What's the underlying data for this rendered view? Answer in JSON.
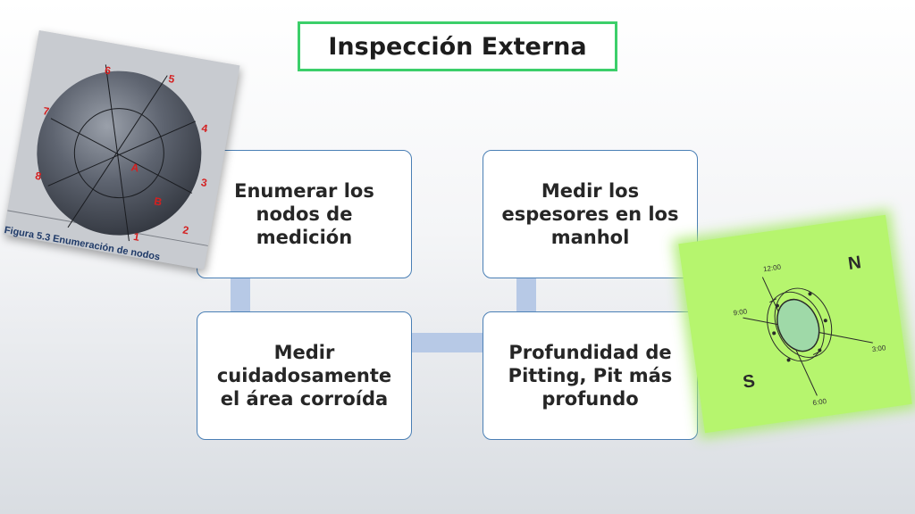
{
  "title": "Inspección Externa",
  "nodes": [
    {
      "label": "Enumerar los nodos de medición"
    },
    {
      "label": "Medir cuidadosamente el área corroída"
    },
    {
      "label": "Profundidad de Pitting, Pit más profundo"
    },
    {
      "label": "Medir los espesores en los manhol"
    }
  ],
  "figure_left": {
    "caption": "Figura 5.3 Enumeración de nodos",
    "numbers": [
      "1",
      "2",
      "3",
      "4",
      "5",
      "6",
      "7",
      "8",
      "A",
      "B"
    ]
  },
  "figure_right": {
    "labels": {
      "north": "N",
      "south": "S",
      "h12": "12:00",
      "h3": "3:00",
      "h6": "6:00",
      "h9": "9:00"
    }
  },
  "colors": {
    "title_border": "#3ccf6a",
    "node_border": "#4a7fb5",
    "connector": "#b7c9e6",
    "number_red": "#d42020",
    "green_figure": "#b6f56e"
  }
}
